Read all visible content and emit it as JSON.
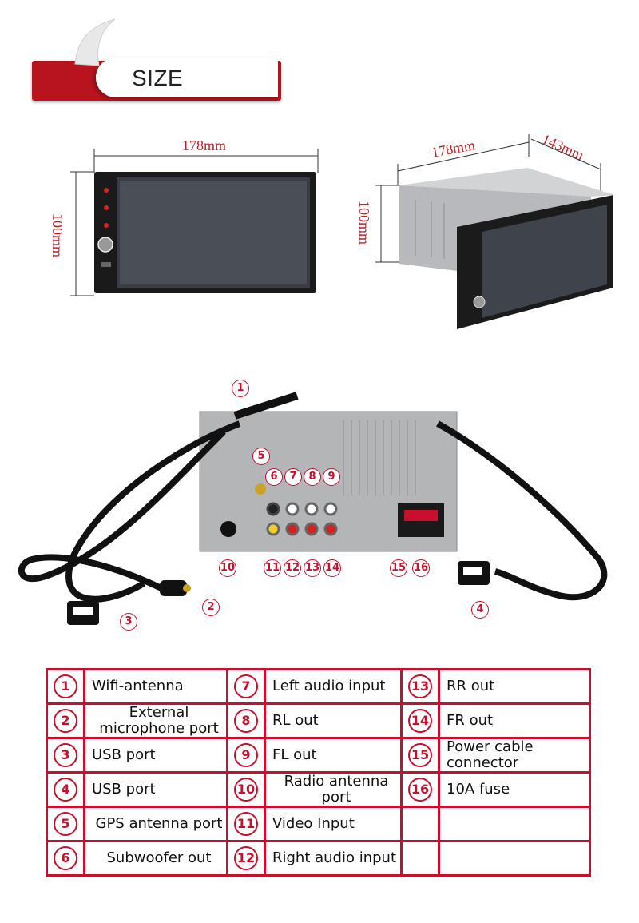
{
  "header": {
    "title": "SIZE"
  },
  "dimensions": {
    "front_width": "178mm",
    "front_height": "100mm",
    "side_width": "178mm",
    "side_depth": "143mm",
    "side_height": "100mm"
  },
  "callouts": [
    "1",
    "2",
    "3",
    "4",
    "5",
    "6",
    "7",
    "8",
    "9",
    "10",
    "11",
    "12",
    "13",
    "14",
    "15",
    "16"
  ],
  "table": {
    "rows": [
      [
        {
          "n": "1",
          "t": "Wifi-antenna"
        },
        {
          "n": "7",
          "t": "Left audio input"
        },
        {
          "n": "13",
          "t": "RR out"
        }
      ],
      [
        {
          "n": "2",
          "t": "External microphone port"
        },
        {
          "n": "8",
          "t": "RL out"
        },
        {
          "n": "14",
          "t": "FR out"
        }
      ],
      [
        {
          "n": "3",
          "t": "USB port"
        },
        {
          "n": "9",
          "t": "FL out"
        },
        {
          "n": "15",
          "t": "Power cable connector"
        }
      ],
      [
        {
          "n": "4",
          "t": "USB port"
        },
        {
          "n": "10",
          "t": "Radio antenna port"
        },
        {
          "n": "16",
          "t": "10A fuse"
        }
      ],
      [
        {
          "n": "5",
          "t": "GPS antenna port"
        },
        {
          "n": "11",
          "t": "Video Input"
        },
        {
          "n": "",
          "t": ""
        }
      ],
      [
        {
          "n": "6",
          "t": "Subwoofer out"
        },
        {
          "n": "12",
          "t": "Right audio input"
        },
        {
          "n": "",
          "t": ""
        }
      ]
    ]
  },
  "colors": {
    "accent": "#c8102e",
    "banner": "#b8141e"
  }
}
